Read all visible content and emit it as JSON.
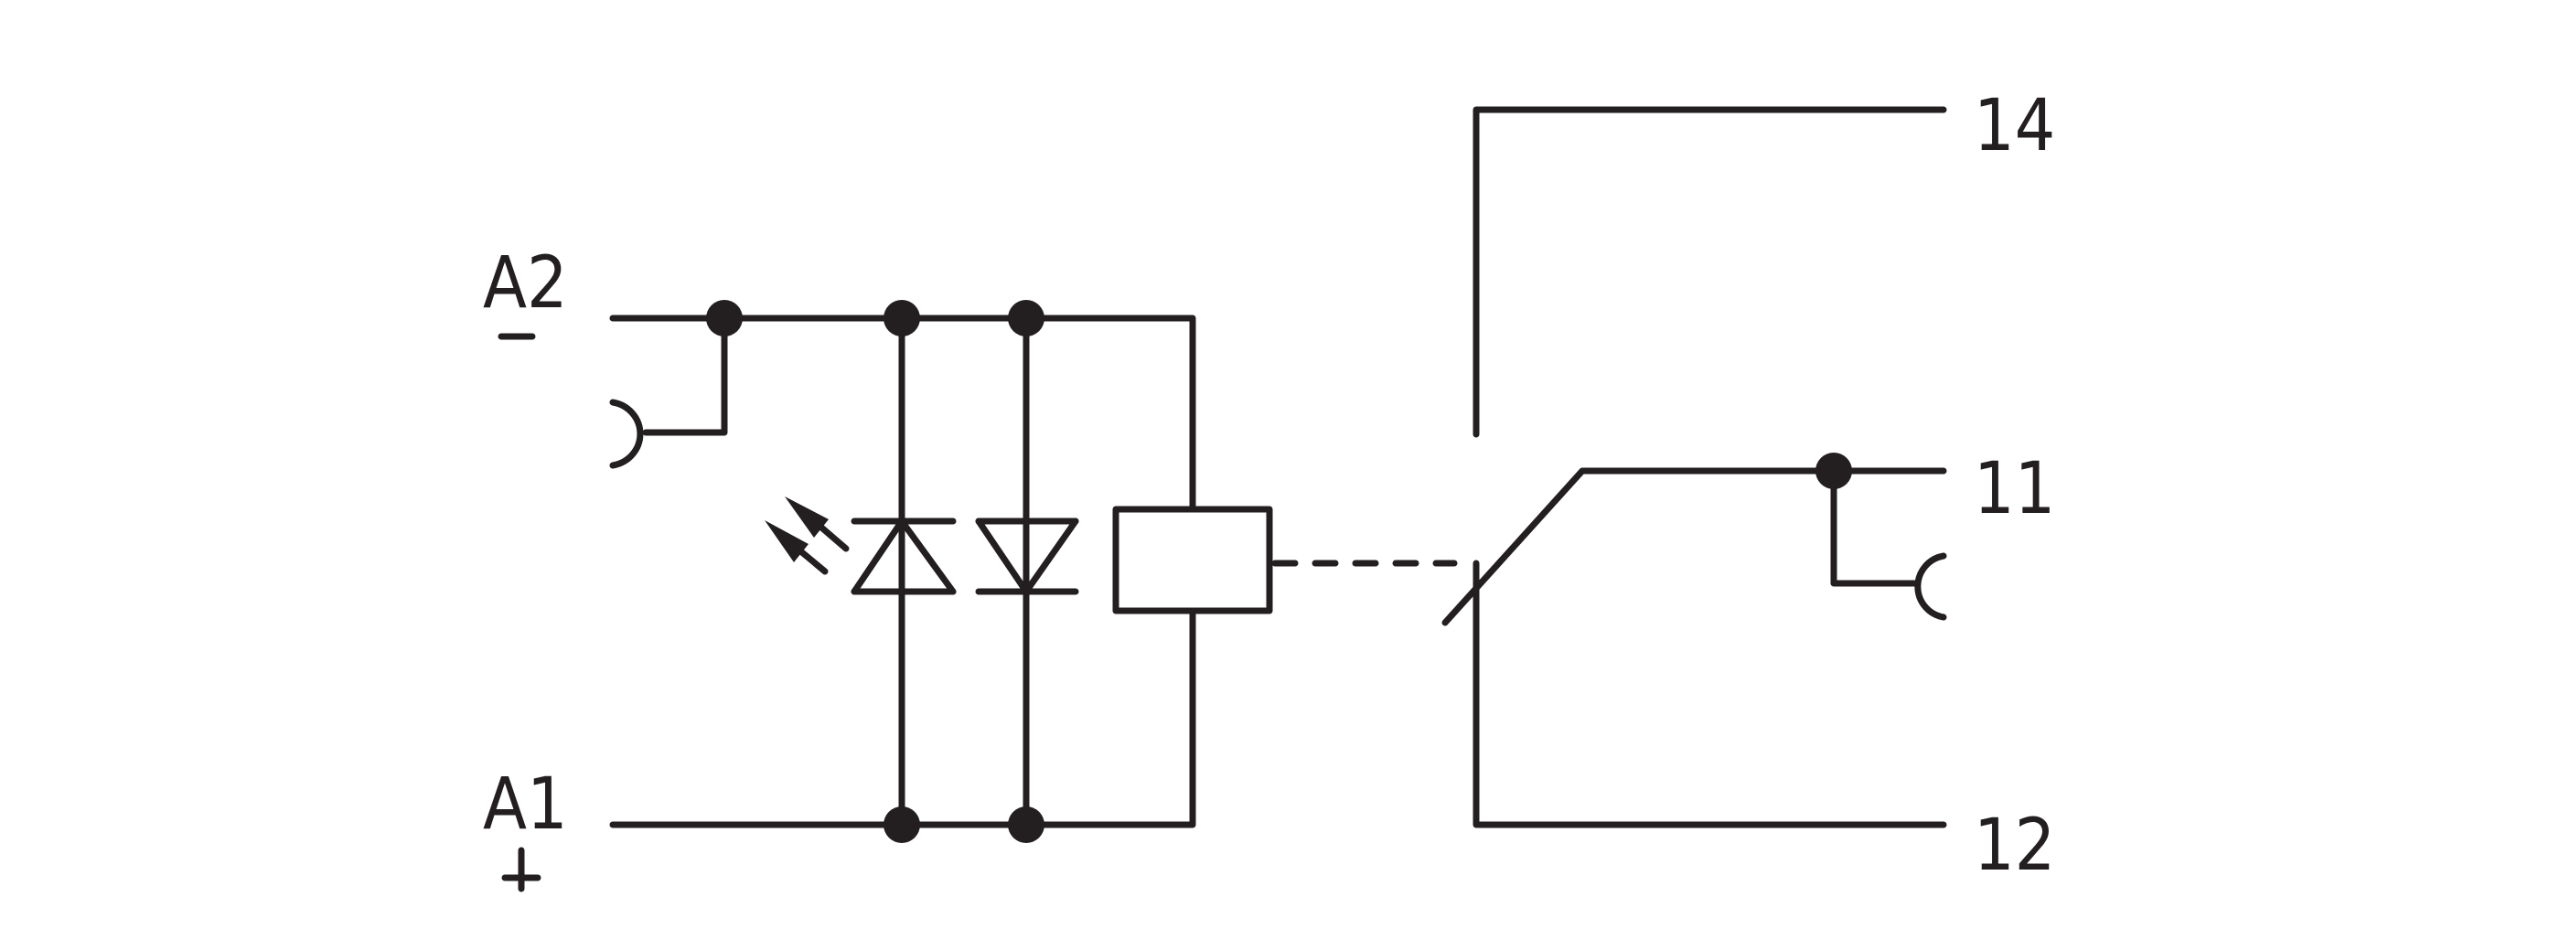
{
  "diagram": {
    "terminals": {
      "a2": "A2",
      "a2_polarity": "−",
      "a1": "A1",
      "a1_polarity": "+",
      "t14": "14",
      "t11": "11",
      "t12": "12"
    },
    "colors": {
      "line": "#231f20",
      "background": "#ffffff"
    }
  }
}
